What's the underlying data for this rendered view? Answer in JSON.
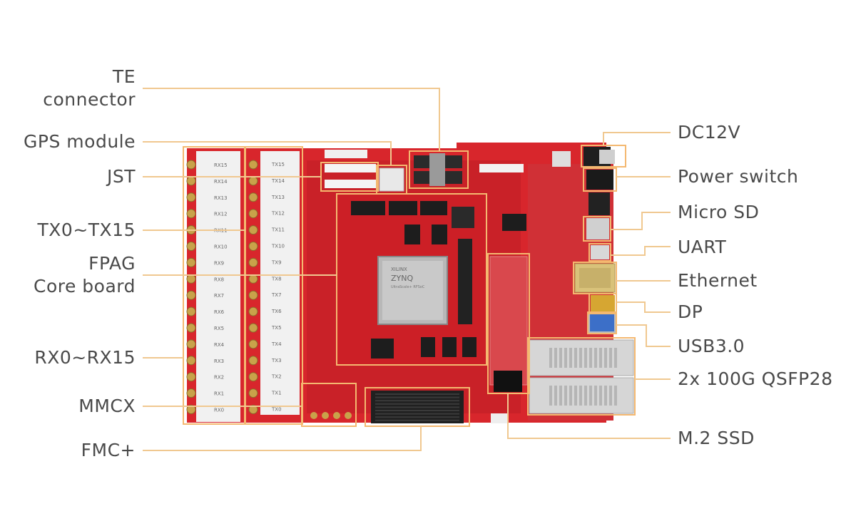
{
  "colors": {
    "leader": "#f0c890",
    "board_red": "#d8262c",
    "board_dark": "#b91c22",
    "label_text": "#4a4a4a"
  },
  "left_labels": {
    "te_connector_line1": "TE",
    "te_connector_line2": "connector",
    "gps_module": "GPS module",
    "jst": "JST",
    "tx": "TX0~TX15",
    "fpag_line1": "FPAG",
    "fpag_line2": "Core board",
    "rx": "RX0~RX15",
    "mmcx": "MMCX",
    "fmc": "FMC+"
  },
  "right_labels": {
    "dc12v": "DC12V",
    "power_switch": "Power switch",
    "micro_sd": "Micro SD",
    "uart": "UART",
    "ethernet": "Ethernet",
    "dp": "DP",
    "usb30": "USB3.0",
    "qsfp": "2x 100G QSFP28",
    "m2_ssd": "M.2 SSD"
  },
  "board": {
    "rx_ports": [
      "RX15",
      "RX14",
      "RX13",
      "RX12",
      "RX11",
      "RX10",
      "RX9",
      "RX8",
      "RX7",
      "RX6",
      "RX5",
      "RX4",
      "RX3",
      "RX2",
      "RX1",
      "RX0"
    ],
    "tx_ports": [
      "TX15",
      "TX14",
      "TX13",
      "TX12",
      "TX11",
      "TX10",
      "TX9",
      "TX8",
      "TX7",
      "TX6",
      "TX5",
      "TX4",
      "TX3",
      "TX2",
      "TX1",
      "TX0"
    ],
    "chip_brand": "XILINX",
    "chip_name": "ZYNQ",
    "chip_sub": "UltraScale+ RFSoC"
  }
}
